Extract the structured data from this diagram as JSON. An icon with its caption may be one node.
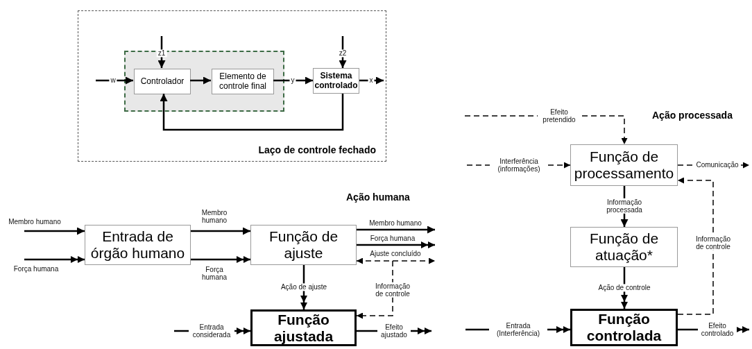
{
  "diagram": {
    "nodes": [
      {
        "text": [
          "Laço de controle fechado"
        ]
      },
      {
        "text": [],
        "shape": "box",
        "in": 0
      },
      {
        "text": [
          "Controlador"
        ],
        "in": 1
      },
      {
        "text": [
          "Elemento de controle final"
        ],
        "in": 1
      },
      {
        "text": [
          "Sistema controlado"
        ],
        "in": 0
      },
      {
        "text": [
          "Entrada de órgão humano"
        ]
      },
      {
        "text": [
          "Função de ajuste"
        ]
      },
      {
        "text": [
          "Função ajustada"
        ]
      },
      {
        "text": [
          "Função de processamento"
        ]
      },
      {
        "text": [
          "Função de atuação*"
        ]
      },
      {
        "text": [
          "Função controlada"
        ]
      }
    ],
    "edges": [
      {
        "from": null,
        "to": 2,
        "arrow": "to",
        "label": "w"
      },
      {
        "from": 2,
        "to": 3,
        "arrow": "to"
      },
      {
        "from": 3,
        "to": 4,
        "arrow": "to",
        "label": "y"
      },
      {
        "from": 4,
        "to": null,
        "arrow": "to",
        "label": "x"
      },
      {
        "from": null,
        "to": 2,
        "arrow": "to",
        "label": "z1"
      },
      {
        "from": null,
        "to": 4,
        "arrow": "to",
        "label": "z2"
      },
      {
        "from": 4,
        "to": 2,
        "arrow": "to"
      },
      {
        "from": null,
        "to": 5,
        "arrow": "to",
        "label": "Membro humano"
      },
      {
        "from": null,
        "to": 5,
        "arrow": "to",
        "label": "Força humana"
      },
      {
        "from": 5,
        "to": 6,
        "arrow": "to",
        "label": "Membro humano"
      },
      {
        "from": 5,
        "to": 6,
        "arrow": "to",
        "label": "Força humana"
      },
      {
        "from": 6,
        "to": null,
        "arrow": "to",
        "label": "Membro humano"
      },
      {
        "from": 6,
        "to": null,
        "arrow": "to",
        "label": "Força humana"
      },
      {
        "from": 6,
        "to": null,
        "arrow": "both",
        "label": "Ajuste concluído",
        "style": "dashed"
      },
      {
        "from": null,
        "to": 7,
        "arrow": "to",
        "label": "Informação de controle",
        "style": "dashed"
      },
      {
        "from": 6,
        "to": 7,
        "arrow": "to",
        "label": "Ação de ajuste"
      },
      {
        "from": null,
        "to": 7,
        "arrow": "to",
        "label": "Entrada considerada"
      },
      {
        "from": 7,
        "to": null,
        "arrow": "to",
        "label": "Efeito ajustado"
      },
      {
        "from": null,
        "to": 8,
        "arrow": "to",
        "label": "Efeito pretendido",
        "style": "dashed"
      },
      {
        "from": null,
        "to": 8,
        "arrow": "to",
        "label": "Interferência (informações)",
        "style": "dashed"
      },
      {
        "from": 8,
        "to": null,
        "arrow": "to",
        "label": "Comunicação",
        "style": "dashed"
      },
      {
        "from": 8,
        "to": 9,
        "arrow": "to",
        "label": "Informação processada"
      },
      {
        "from": 9,
        "to": 10,
        "arrow": "to",
        "label": "Ação de controle"
      },
      {
        "from": null,
        "to": 10,
        "arrow": "to",
        "label": "Entrada (Interferência)"
      },
      {
        "from": 10,
        "to": null,
        "arrow": "to",
        "label": "Efeito controlado"
      },
      {
        "from": 10,
        "to": 8,
        "arrow": "to",
        "label": "Informação de controle",
        "style": "dashed"
      }
    ],
    "labels": [
      "Ação humana",
      "Ação processada"
    ]
  }
}
